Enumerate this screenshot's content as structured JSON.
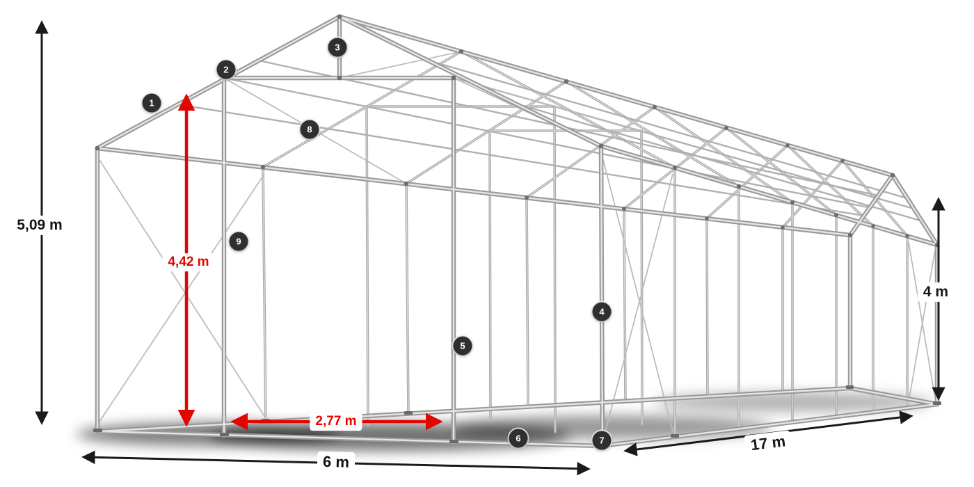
{
  "diagram": {
    "subject": "tent-frame-skeleton-with-dimensions"
  },
  "dimensions": {
    "ridge_height": "5,09 m",
    "clearance_height": "4,42 m",
    "side_height": "4 m",
    "passage_width": "2,77 m",
    "front_width": "6 m",
    "length": "17 m"
  },
  "badges": [
    {
      "number": "1"
    },
    {
      "number": "2"
    },
    {
      "number": "3"
    },
    {
      "number": "4"
    },
    {
      "number": "5"
    },
    {
      "number": "6"
    },
    {
      "number": "7"
    },
    {
      "number": "8"
    },
    {
      "number": "9"
    }
  ],
  "colors": {
    "dimension_red": "#e10600",
    "dimension_black": "#141414",
    "badge_background": "#2f2f2f",
    "badge_text": "#ffffff",
    "frame_gray": "#999999",
    "background": "#ffffff"
  }
}
